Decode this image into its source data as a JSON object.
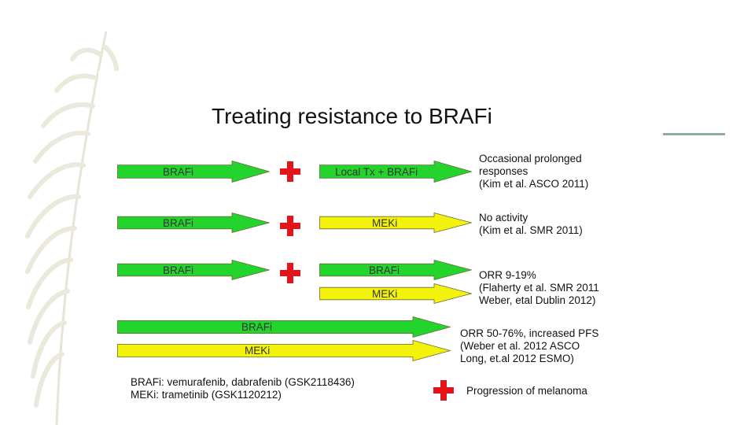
{
  "title": "Treating resistance to BRAFi",
  "colors": {
    "green": "#22d42b",
    "yellow": "#f2f20a",
    "red_plus": "#e5141b",
    "accent_line": "#8fa9a6"
  },
  "rows": [
    {
      "left_arrow": "BRAFi",
      "right_arrows": [
        "Local Tx + BRAFi"
      ],
      "result": [
        "Occasional prolonged",
        "responses",
        "(Kim et al. ASCO 2011)"
      ]
    },
    {
      "left_arrow": "BRAFi",
      "right_arrows": [
        "MEKi"
      ],
      "result": [
        "No activity",
        "(Kim et al. SMR 2011)"
      ]
    },
    {
      "left_arrow": "BRAFi",
      "right_arrows": [
        "BRAFi",
        "MEKi"
      ],
      "result": [
        "ORR 9-19%",
        "(Flaherty et al. SMR 2011",
        "Weber, etal Dublin 2012)"
      ]
    },
    {
      "long_arrows": [
        "BRAFi",
        "MEKi"
      ],
      "result": [
        "ORR 50-76%, increased PFS",
        "(Weber et al. 2012 ASCO",
        "Long, et.al 2012 ESMO)"
      ]
    }
  ],
  "footnote": [
    "BRAFi: vemurafenib, dabrafenib (GSK2118436)",
    "MEKi: trametinib (GSK1120212)"
  ],
  "legend": {
    "label": "Progression of melanoma",
    "icon": "red-plus-icon"
  }
}
